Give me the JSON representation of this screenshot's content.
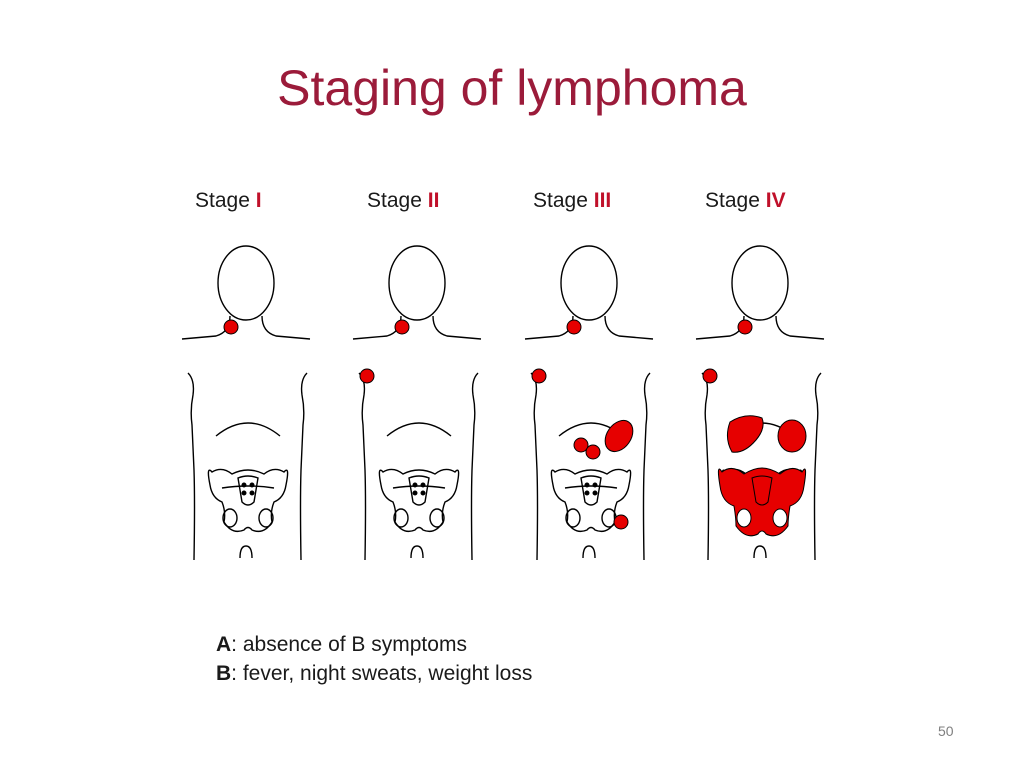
{
  "slide": {
    "title": "Staging of lymphoma",
    "page_number": "50"
  },
  "colors": {
    "title": "#9b1b3a",
    "accent": "#c0102a",
    "lesion_fill": "#e60000",
    "outline": "#000000"
  },
  "stages": [
    {
      "prefix": "Stage",
      "numeral": "I"
    },
    {
      "prefix": "Stage",
      "numeral": "II"
    },
    {
      "prefix": "Stage",
      "numeral": "III"
    },
    {
      "prefix": "Stage",
      "numeral": "IV"
    }
  ],
  "legend": {
    "a_key": "A",
    "a_text": ": absence of B symptoms",
    "b_key": "B",
    "b_text": ": fever, night sweats, weight loss"
  }
}
